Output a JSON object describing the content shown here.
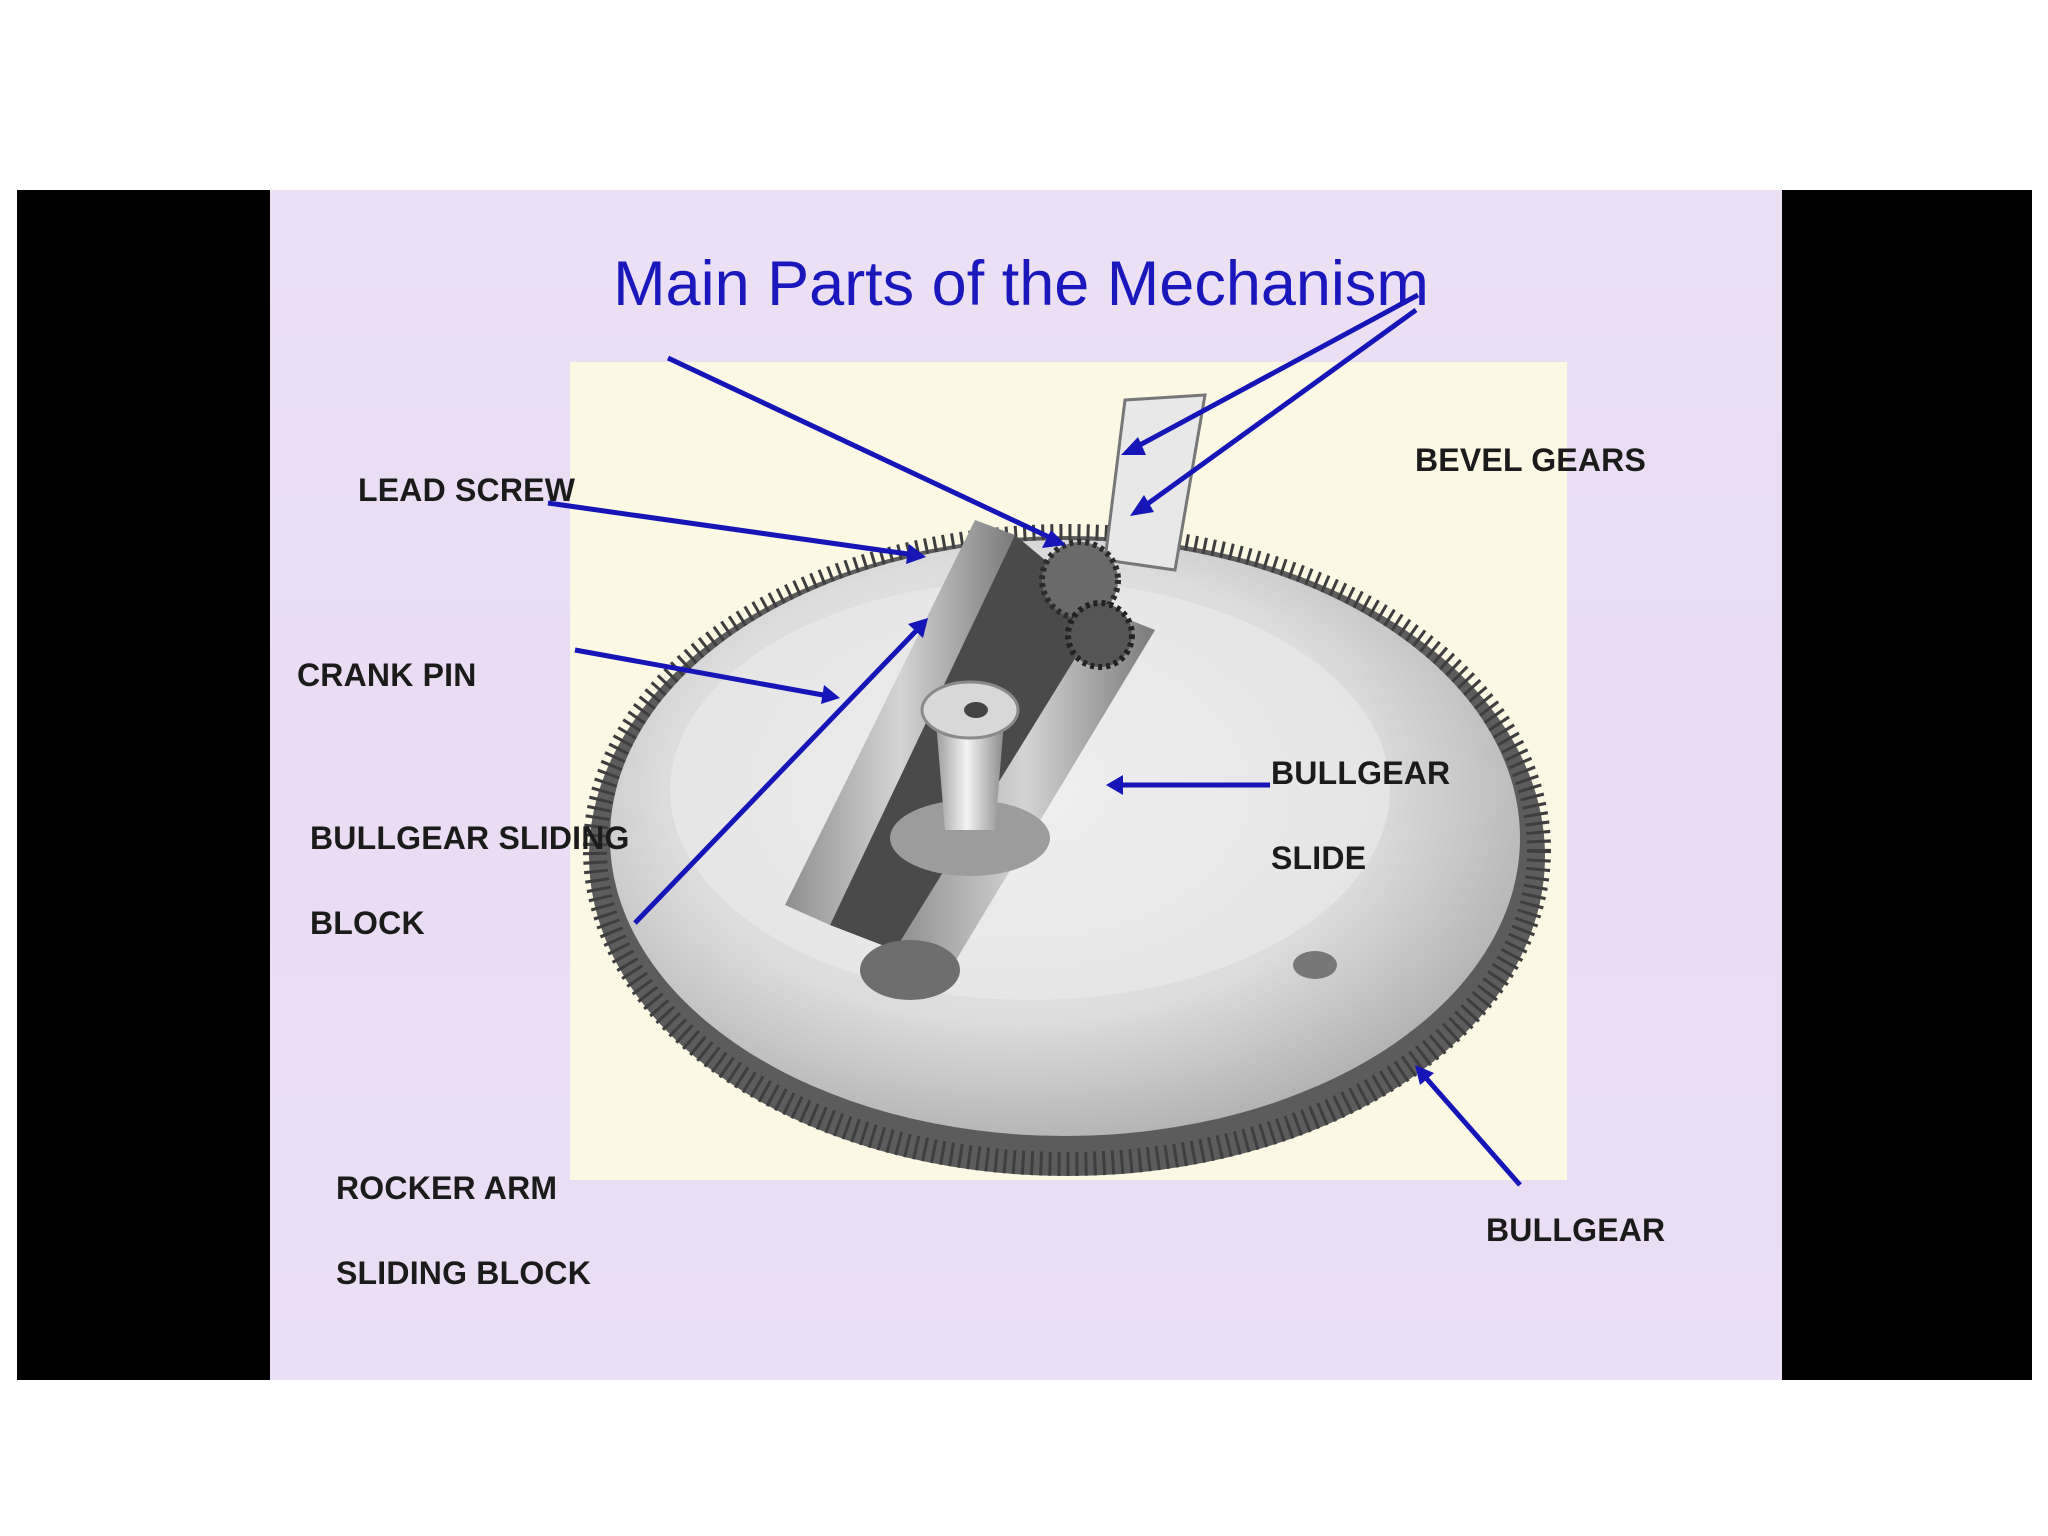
{
  "slide": {
    "title": "Main Parts of the Mechanism",
    "background_color": "#e9dcf3",
    "title_color": "#1a17bd",
    "arrow_color": "#1515b8"
  },
  "labels": {
    "lead_screw": "LEAD SCREW",
    "bevel_gears": "BEVEL GEARS",
    "crank_pin": "CRANK PIN",
    "bullgear_sliding_line1": "BULLGEAR SLIDING",
    "bullgear_sliding_line2": "BLOCK",
    "bullgear_slide_line1": "BULLGEAR",
    "bullgear_slide_line2": "SLIDE",
    "rocker_arm_line1": "ROCKER ARM",
    "rocker_arm_line2": "SLIDING BLOCK",
    "bullgear": "BULLGEAR"
  }
}
